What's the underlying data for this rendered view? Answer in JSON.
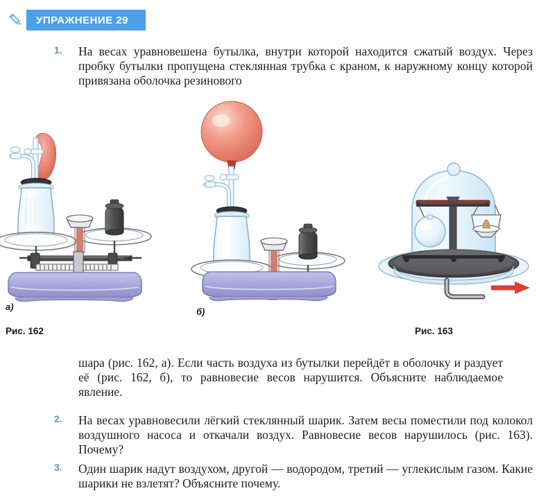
{
  "header": {
    "icon": "pencil-icon",
    "title": "УПРАЖНЕНИЕ 29",
    "banner_color": "#4d9fe8"
  },
  "tasks": [
    {
      "number": "1.",
      "text": "На весах уравновешена бутылка, внутри которой находится сжатый воздух. Через пробку бутылки пропущена стеклянная трубка с краном, к наружному концу которой привязана оболочка резинового"
    },
    {
      "number": "2.",
      "text": "На весах уравновесили лёгкий стеклянный шарик. Затем весы поместили под колокол воздушного насоса и откачали воздух. Равновесие весов нарушилось (рис. 163). Почему?"
    },
    {
      "number": "3.",
      "text": "Один шарик надут воздухом, другой — водородом, третий — углекислым газом. Какие шарики не взлетят? Объясните почему."
    }
  ],
  "continuation_paragraph": "шара (рис. 162, а). Если часть воздуха из бутылки перейдёт в оболочку и раздует её (рис. 162, б), то равновесие весов нарушится. Объясните наблюдаемое явление.",
  "figures": {
    "fig162": {
      "caption": "Рис. 162",
      "panel_a_label": "а)",
      "panel_b_label": "б)",
      "panel_a_description": "Равноплечие весы: на левой чаше бутылка со сжатым воздухом, трубка с краном и спущенная резиновая оболочка; на правой чаше гиря. Весы в равновесии.",
      "panel_b_description": "Те же весы: резиновая оболочка раздулась в большой шар, равновесие нарушилось."
    },
    "fig163": {
      "caption": "Рис. 163",
      "description": "Весы со стеклянным шариком под колоколом воздушного насоса; из-под колокола через трубку откачивают воздух."
    }
  },
  "colors": {
    "banner_blue": "#4d9fe8",
    "number_blue": "#5b8fd1",
    "balloon_red": "#e8806f",
    "scale_base_purple": "#a9a9dd",
    "metal_gray": "#5a5a5a",
    "glass_blue": "#cfe6f5",
    "arrow_red": "#e03c33",
    "page_background": "#ffffff"
  }
}
